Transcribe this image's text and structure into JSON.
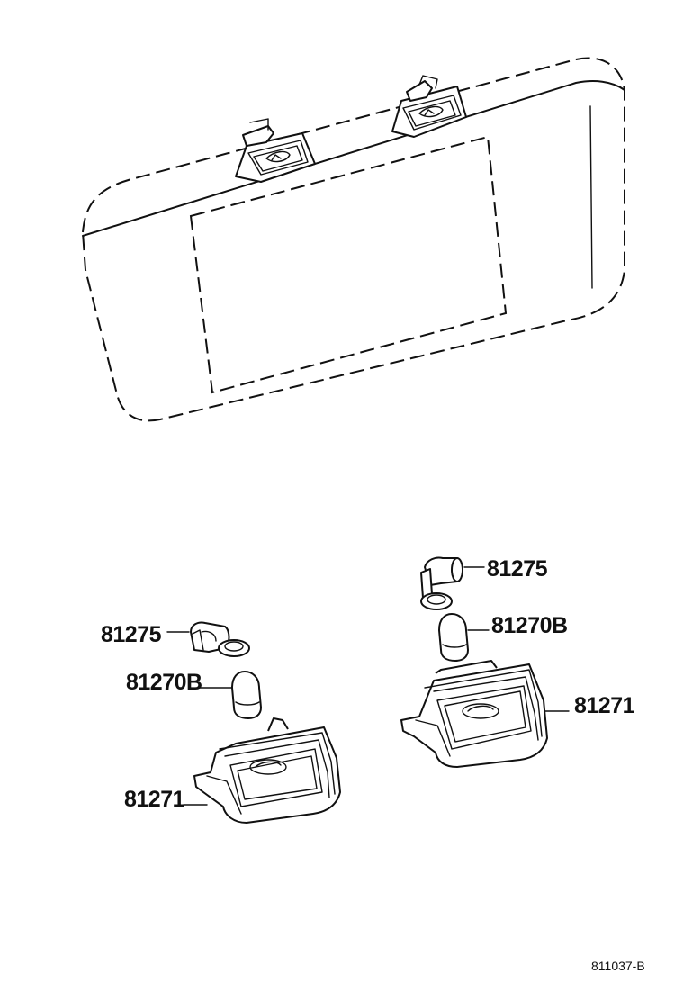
{
  "labels": {
    "socket_right": "81275",
    "bulb_right": "81270B",
    "lamp_right": "81271",
    "socket_left": "81275",
    "bulb_left": "81270B",
    "lamp_left": "81271"
  },
  "reference_code": "811037-B"
}
